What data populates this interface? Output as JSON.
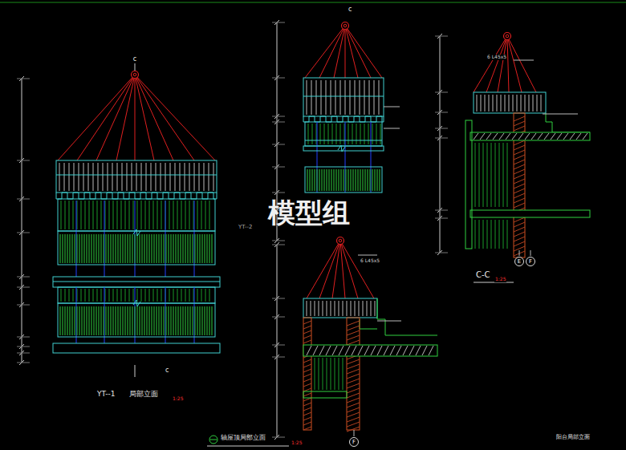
{
  "diagram": {
    "nodes": [
      {
        "text": [
          "E"
        ]
      },
      {
        "text": [
          "F"
        ]
      },
      {
        "text": [
          "F"
        ]
      }
    ],
    "labels": [
      "c",
      "c",
      "c",
      "YT--1",
      "局部立面",
      "1:25",
      "YT--2",
      "轴屋顶局部立面",
      "1:25",
      "C-C",
      "1:25",
      "阳台局部立面",
      "模型组",
      "6 L45x5",
      "6 L45x5"
    ]
  }
}
